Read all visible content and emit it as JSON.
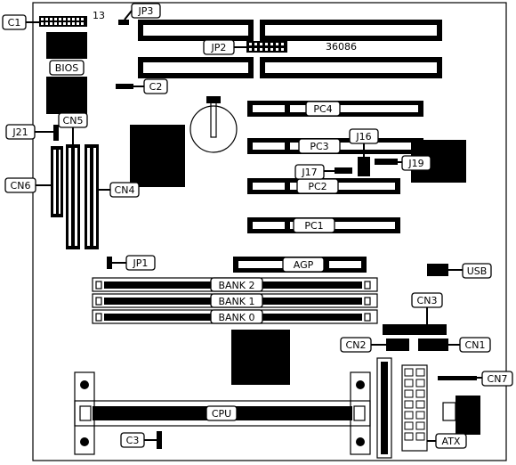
{
  "labels": {
    "c1": "C1",
    "n13": "13",
    "jp3": "JP3",
    "jp2": "JP2",
    "board_id": "36086",
    "bios": "BIOS",
    "c2": "C2",
    "pc4": "PC4",
    "pc3": "PC3",
    "pc2": "PC2",
    "pc1": "PC1",
    "j16": "J16",
    "j17": "J17",
    "j19": "J19",
    "j21": "J21",
    "cn5": "CN5",
    "cn6": "CN6",
    "cn4": "CN4",
    "jp1": "JP1",
    "agp": "AGP",
    "usb": "USB",
    "bank2": "BANK 2",
    "bank1": "BANK 1",
    "bank0": "BANK 0",
    "cn3": "CN3",
    "cn2": "CN2",
    "cn1": "CN1",
    "cn7": "CN7",
    "cpu": "CPU",
    "c3": "C3",
    "atx": "ATX"
  },
  "icons": [
    "chip-icon",
    "battery-icon",
    "mounting-hole-icon",
    "connector-icon"
  ]
}
